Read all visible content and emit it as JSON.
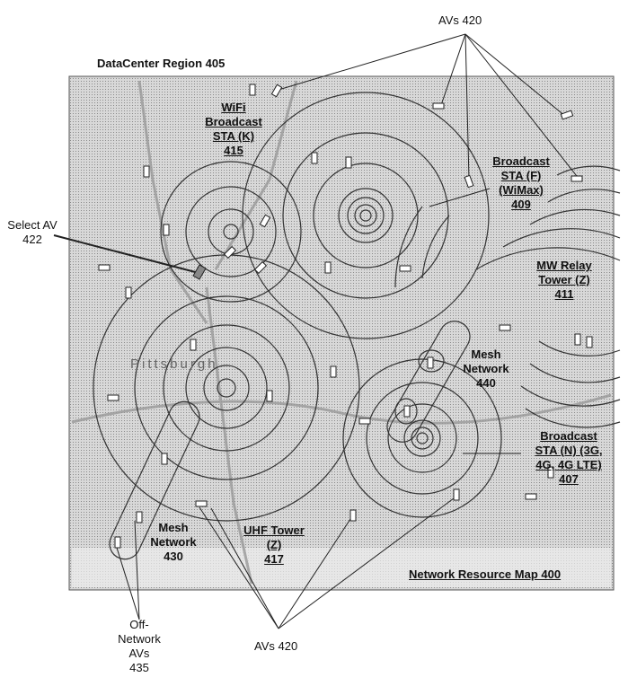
{
  "title": "DataCenter Region 405",
  "map_label": "Network Resource Map 400",
  "stations": {
    "wifi": [
      "WiFi",
      "Broadcast",
      "STA (K)",
      "415"
    ],
    "wimax": [
      "Broadcast",
      "STA (F)",
      "(WiMax)",
      "409"
    ],
    "mw": [
      "MW Relay",
      "Tower (Z)",
      "411"
    ],
    "cell": [
      "Broadcast",
      "STA (N) (3G,",
      "4G, 4G LTE)",
      "407"
    ],
    "uhf": [
      "UHF Tower",
      "(Z)",
      "417"
    ]
  },
  "mesh_430": [
    "Mesh",
    "Network",
    "430"
  ],
  "mesh_440": [
    "Mesh",
    "Network",
    "440"
  ],
  "avs_top": "AVs 420",
  "avs_bottom": "AVs 420",
  "select_av": [
    "Select AV",
    "422"
  ],
  "off_network": [
    "Off-",
    "Network",
    "AVs",
    "435"
  ],
  "map_watermark": "Pittsburgh"
}
